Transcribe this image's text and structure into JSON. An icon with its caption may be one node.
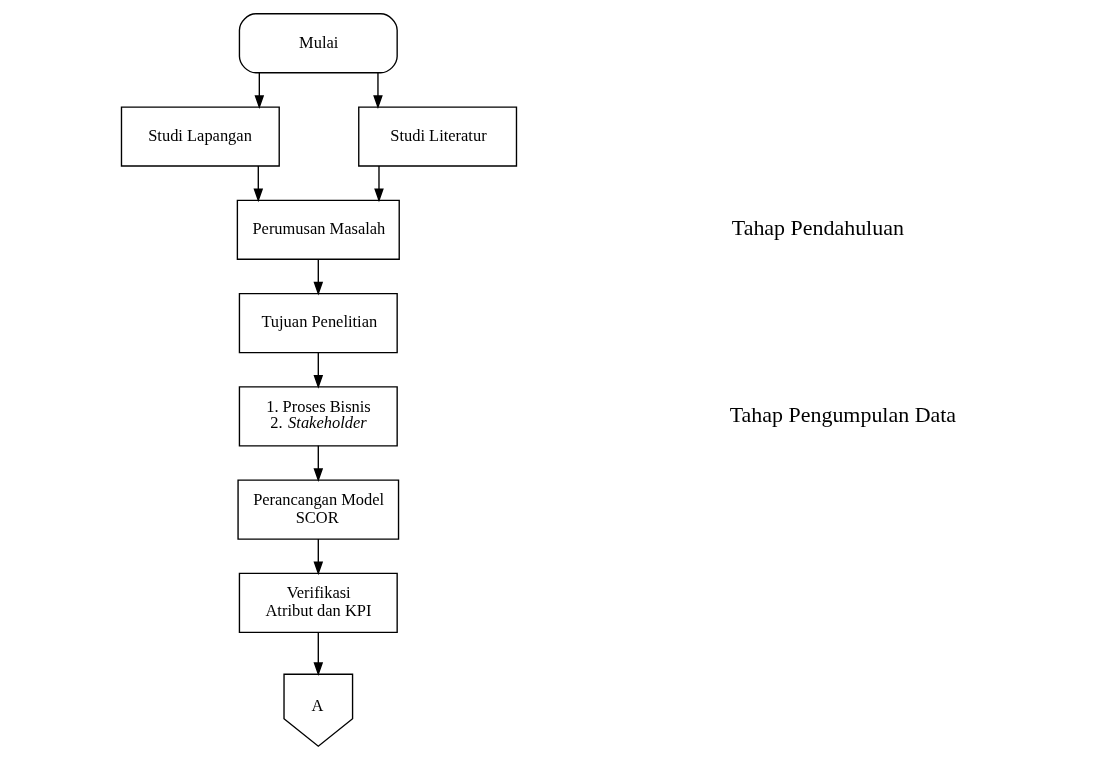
{
  "diagram": {
    "nodes": [
      {
        "text": [
          "Mulai"
        ]
      },
      {
        "text": [
          "Studi Lapangan"
        ]
      },
      {
        "text": [
          "Studi Literatur"
        ]
      },
      {
        "text": [
          "Perumusan Masalah"
        ]
      },
      {
        "text": [
          "Tujuan Penelitian"
        ]
      },
      {
        "text": [
          "1. Proses Bisnis 2. *Stakeholder*"
        ]
      },
      {
        "text": [
          "Perancangan Model SCOR"
        ]
      },
      {
        "text": [
          "Verifikasi Atribut dan KPI"
        ]
      },
      {
        "text": [
          "A"
        ]
      }
    ],
    "edges": [
      {
        "from": 0,
        "to": 1,
        "arrow": "to"
      },
      {
        "from": 0,
        "to": 2,
        "arrow": "to"
      },
      {
        "from": 1,
        "to": 3,
        "arrow": "to"
      },
      {
        "from": 2,
        "to": 3,
        "arrow": "to"
      },
      {
        "from": 3,
        "to": 4,
        "arrow": "to"
      },
      {
        "from": 4,
        "to": 5,
        "arrow": "to"
      },
      {
        "from": 5,
        "to": 6,
        "arrow": "to"
      },
      {
        "from": 6,
        "to": 7,
        "arrow": "to"
      },
      {
        "from": 7,
        "to": 8,
        "arrow": "to"
      }
    ],
    "labels": [
      "Tahap Pendahuluan",
      "Tahap Pengumpulan Data"
    ]
  }
}
